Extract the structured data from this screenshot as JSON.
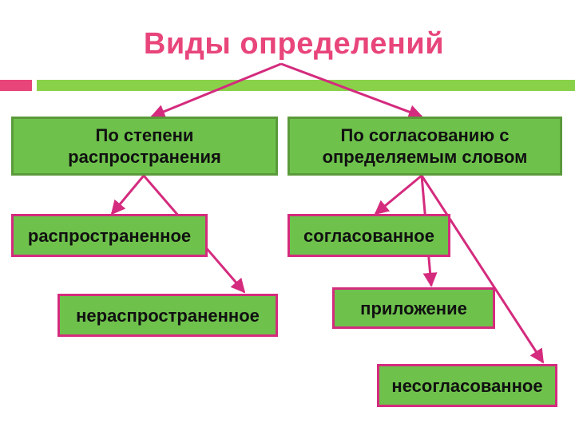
{
  "title": "Виды определений",
  "boxes": {
    "degree": "По степени распространения",
    "agreement": "По согласованию с определяемым словом",
    "widespread": "распространенное",
    "nonwidespread": "нераспространенное",
    "agreed": "согласованное",
    "appositive": "приложение",
    "nonagreed": "несогласованное"
  },
  "colors": {
    "accent": "#e8457a",
    "box_fill": "#6ec24c",
    "arrow": "#d42b7e",
    "green_bar": "#8ad14a"
  }
}
